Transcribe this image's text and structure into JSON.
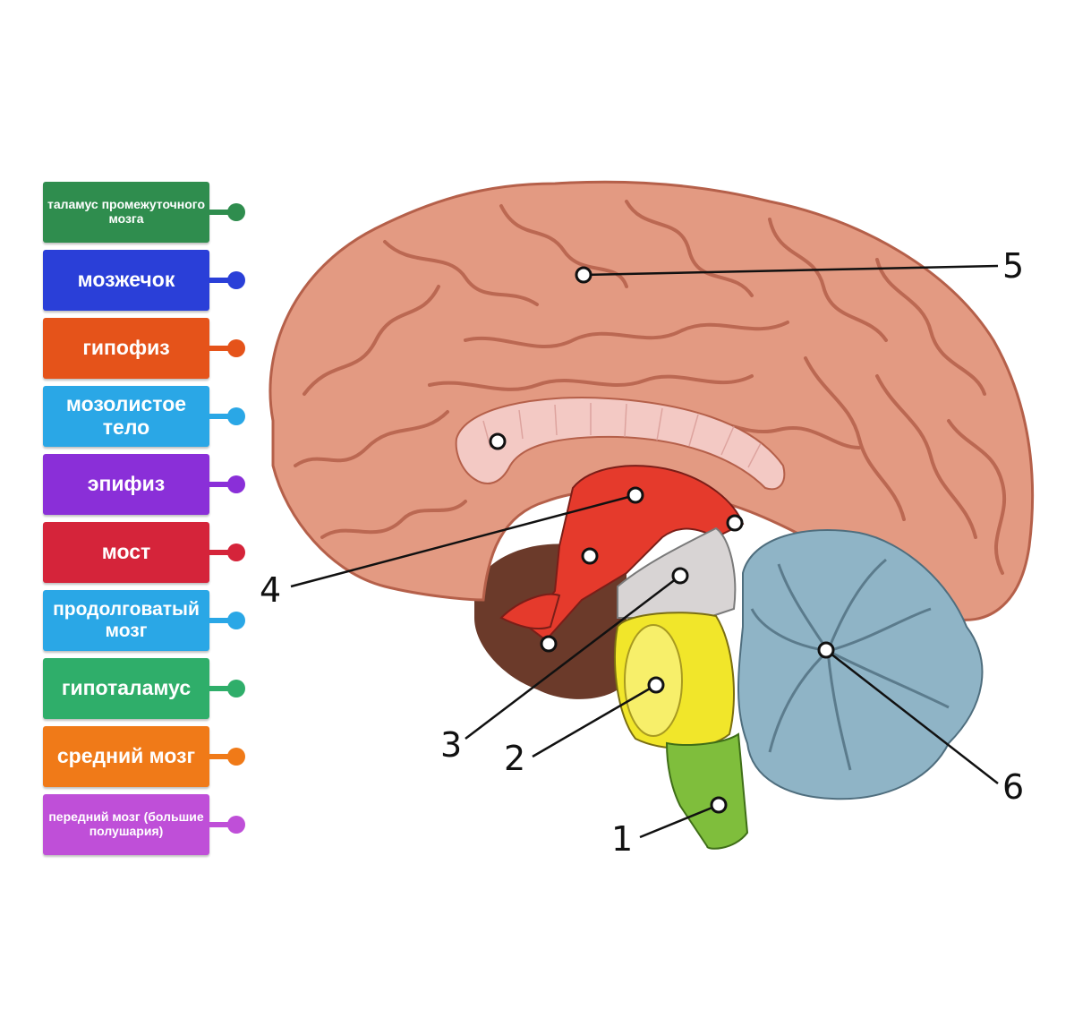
{
  "labels": [
    {
      "text": "таламус промежуточного мозга",
      "color": "#2f8d4e",
      "size": "small"
    },
    {
      "text": "мозжечок",
      "color": "#2a3fd8",
      "size": "big"
    },
    {
      "text": "гипофиз",
      "color": "#e5531a",
      "size": "big"
    },
    {
      "text": "мозолистое тело",
      "color": "#2aa7e6",
      "size": "big"
    },
    {
      "text": "эпифиз",
      "color": "#8a2fd8",
      "size": "big"
    },
    {
      "text": "мост",
      "color": "#d5243a",
      "size": "big"
    },
    {
      "text": "продолговатый мозг",
      "color": "#2aa7e6",
      "size": "med"
    },
    {
      "text": "гипоталамус",
      "color": "#2fae6a",
      "size": "big"
    },
    {
      "text": "средний мозг",
      "color": "#f07a18",
      "size": "big"
    },
    {
      "text": "передний мозг (большие полушария)",
      "color": "#bf4fd8",
      "size": "small"
    }
  ],
  "numbers": {
    "n1": "1",
    "n2": "2",
    "n3": "3",
    "n4": "4",
    "n5": "5",
    "n6": "6"
  },
  "colors": {
    "cortex": "#e39a82",
    "cortex_dark": "#b5604a",
    "corpus_callosum": "#f3c9c4",
    "diencephalon": "#e53a2c",
    "midbrain": "#d8d4d4",
    "pons": "#f1e62a",
    "medulla": "#7fbe3c",
    "cerebellum": "#8fb4c6",
    "dark_base": "#6b3a2a"
  }
}
